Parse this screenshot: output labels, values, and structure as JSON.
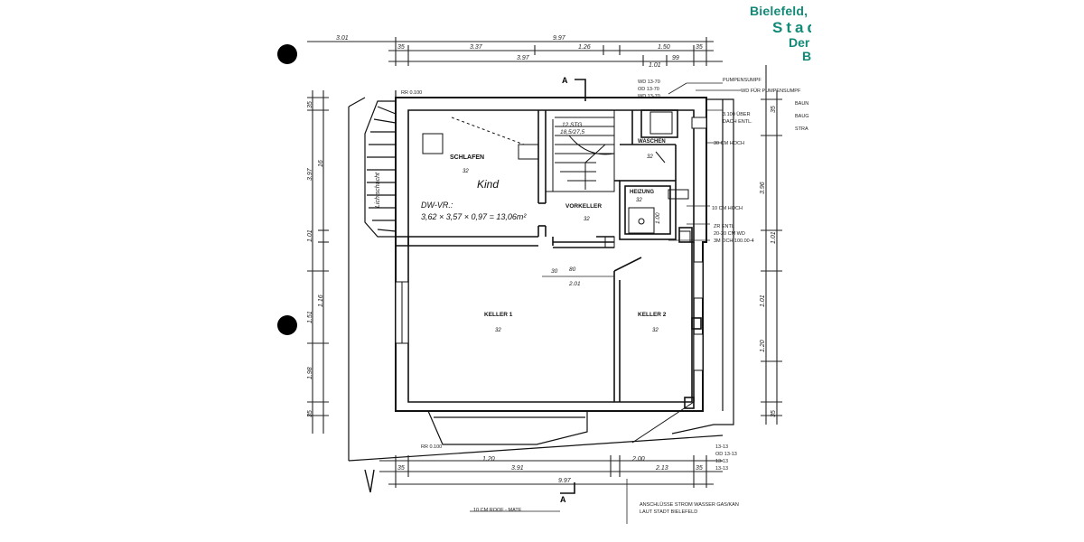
{
  "stamp": {
    "line1": "Bielefeld, d",
    "line2": "Stad",
    "line3": "Der",
    "line4": "B"
  },
  "section_label": "A",
  "rooms": {
    "schlafen": "SCHLAFEN",
    "kind": "Kind",
    "area_note_label": "DW-VR.:",
    "area_note": "3,62 × 3,57 × 0,97 = 13,06m²",
    "vorkeller": "VORKELLER",
    "keller1": "KELLER 1",
    "keller2": "KELLER 2",
    "heizung": "HEIZUNG",
    "waschen": "WASCHEN",
    "lichtschacht": "Lichtschacht"
  },
  "notes": {
    "rr_top": "RR 0.100",
    "rr_bottom": "RR 0.100",
    "pumpensumpf": "PUMPENSUMPF",
    "wd_pumpensumpf": "WD FÜR PUMPENSUMPF",
    "ueber_dach": "3.100 ÜBER",
    "dach_entl": "DACH ENTL.",
    "n30cm": "30 CM HOCH",
    "n10cm": "10 CM HOCH",
    "entl": "ZR ENTL",
    "n20cm": "20-20 CM WD",
    "n50cm": "3M OCH 100.00-4",
    "wd1": "WD 13-70",
    "wd2": "OD 13-70",
    "wd3": "WD 13-70",
    "b1": "13-13",
    "b2": "OD 13-13",
    "b3": "13-13",
    "b4": "13-13",
    "bottom_note": "10 CM ROOF - MATE",
    "connect1": "ANSCHLÜSSE STROM WASSER GAS/KAN",
    "connect2": "LAUT STADT BIELEFELD",
    "right1": "BAUN",
    "right2": "BAUG",
    "right3": "STRA"
  },
  "dims": {
    "top_total": "9.97",
    "top_left": "3.01",
    "top_a": "35",
    "top_b": "3.37",
    "top_c": "1.26",
    "top_d": "1.50",
    "top_e": "35",
    "top2_a": "3.97",
    "top2_b": "1.01",
    "top2_c": "99",
    "bot_a": "35",
    "bot_b": "1.20",
    "bot_c": "2.00",
    "bot_d": "3.91",
    "bot_e": "2.13",
    "bot_f": "35",
    "bot_total": "9.97",
    "left_a": "35",
    "left_b": "3.97",
    "left_c": "16",
    "left_d": "1.01",
    "left_e": "1.51",
    "left_f": "1.98",
    "left_g": "35",
    "left_h": "1.16",
    "right_a": "35",
    "right_b": "3.96",
    "right_c": "1.01",
    "right_d": "1.01",
    "right_e": "1.20",
    "right_f": "35",
    "inner_a": "80",
    "inner_b": "2.01",
    "inner_c": "30",
    "inner_d": "12 STG",
    "inner_e": "18,5/27,5",
    "inner_f": "1.00",
    "h_schlafen": "32",
    "h_vorkeller": "32",
    "h_keller1": "32",
    "h_keller2": "32",
    "h_heizung": "32",
    "h_waschen": "32"
  }
}
